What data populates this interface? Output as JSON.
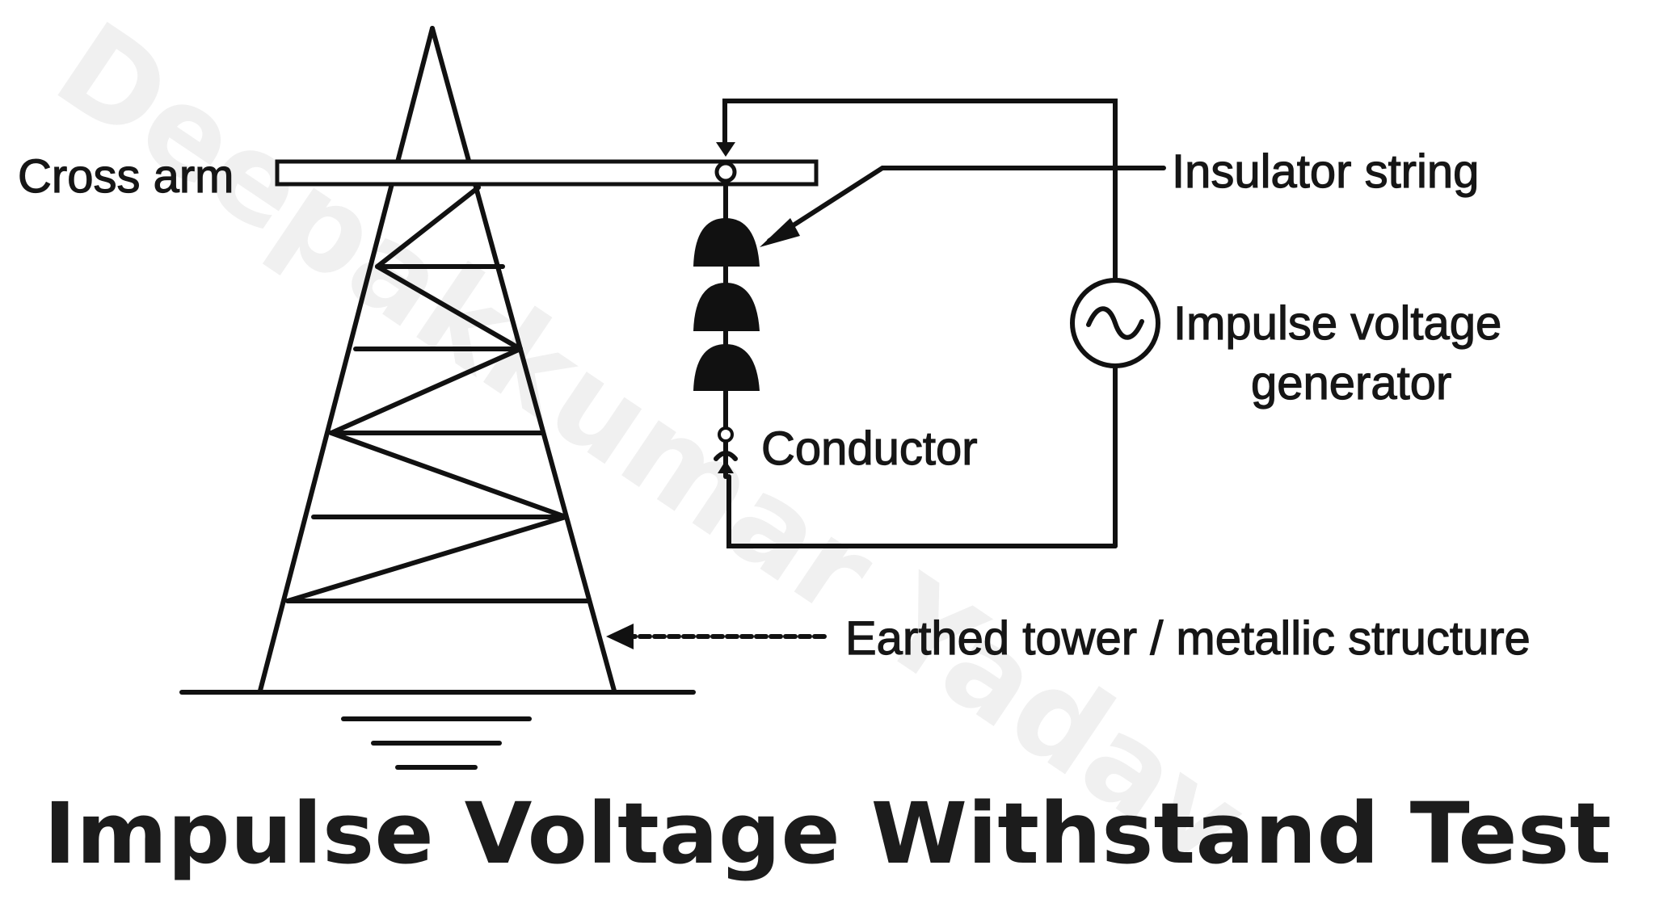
{
  "title": "Impulse Voltage Withstand Test",
  "watermark": "Deepakkumar Yadav",
  "labels": {
    "cross_arm": "Cross arm",
    "insulator_string": "Insulator string",
    "generator_line1": "Impulse voltage",
    "generator_line2": "generator",
    "conductor": "Conductor",
    "tower": "Earthed tower / metallic structure"
  },
  "icons": {
    "generator": "ac-source-icon",
    "ground": "earth-ground-icon"
  }
}
